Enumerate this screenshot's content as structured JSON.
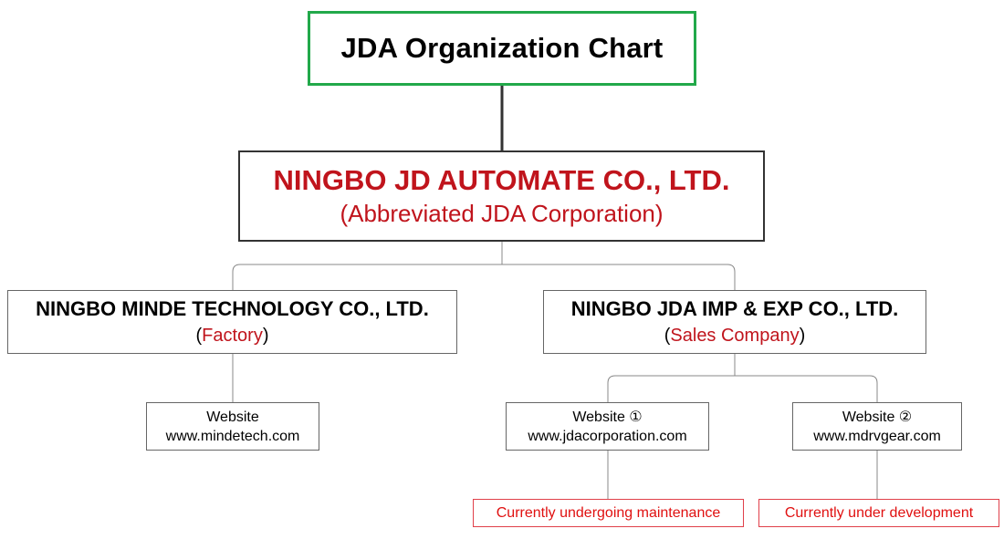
{
  "title": "JDA Organization Chart",
  "colors": {
    "title_border": "#22a94a",
    "company_red": "#c0141c",
    "status_red": "#e01010",
    "status_border": "#e0404a",
    "connector": "#333333"
  },
  "main_company": {
    "name": "NINGBO JD AUTOMATE CO., LTD.",
    "abbreviation": "(Abbreviated JDA Corporation)"
  },
  "subsidiaries": [
    {
      "name": "NINGBO MINDE TECHNOLOGY CO., LTD.",
      "role_open": "(",
      "role": "Factory",
      "role_close": ")",
      "websites": [
        {
          "label": "Website",
          "url": "www.mindetech.com"
        }
      ]
    },
    {
      "name": "NINGBO JDA IMP & EXP CO., LTD.",
      "role_open": "(",
      "role": "Sales Company",
      "role_close": ")",
      "websites": [
        {
          "label": "Website ①",
          "url": "www.jdacorporation.com",
          "status": "Currently undergoing maintenance"
        },
        {
          "label": "Website ②",
          "url": "www.mdrvgear.com",
          "status": "Currently under development"
        }
      ]
    }
  ]
}
